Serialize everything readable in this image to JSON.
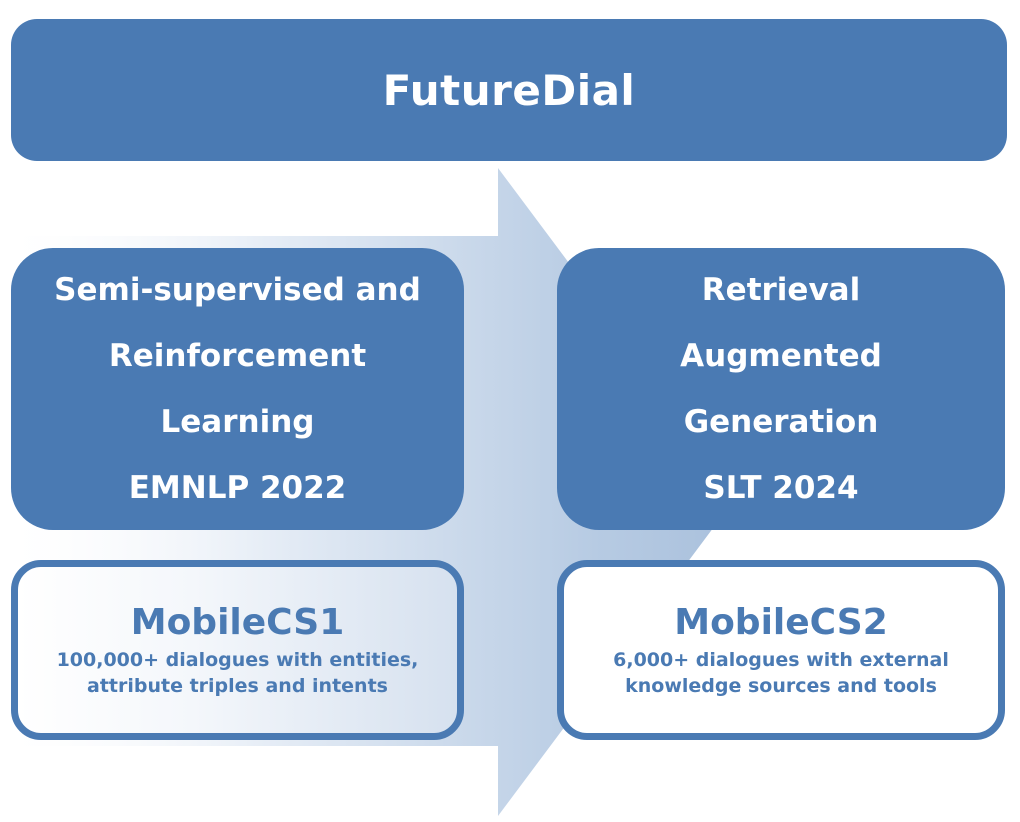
{
  "banner": {
    "title": "FutureDial"
  },
  "phases": [
    {
      "lines": [
        "Semi-supervised and",
        "Reinforcement",
        "Learning",
        "EMNLP 2022"
      ]
    },
    {
      "lines": [
        "Retrieval",
        "Augmented",
        "Generation",
        "SLT 2024"
      ]
    }
  ],
  "datasets": [
    {
      "name": "MobileCS1",
      "desc": [
        "100,000+ dialogues with entities,",
        "attribute triples and intents"
      ]
    },
    {
      "name": "MobileCS2",
      "desc": [
        "6,000+ dialogues with external",
        "knowledge sources and tools"
      ]
    }
  ],
  "colors": {
    "primary": "#4a7ab3",
    "arrow_light": "#e6edf6",
    "arrow_mid": "#b7cbe3",
    "text_on_primary": "#ffffff"
  }
}
